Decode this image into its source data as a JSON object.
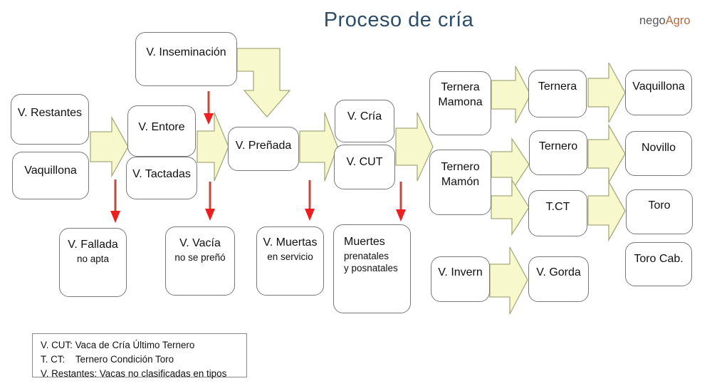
{
  "title": "Proceso de cría",
  "logo": {
    "prefix": "nego",
    "suffix": "Agro"
  },
  "colors": {
    "arrow_fill": "#f8f8cd",
    "arrow_stroke": "#a6ab7b",
    "red_shaft": "#c14a3e",
    "red_head": "#ee1e1e",
    "title": "#2e4d68",
    "logo_prefix": "#575757",
    "logo_suffix": "#b46a41",
    "box_border": "#787878"
  },
  "nodes": {
    "inseminacion": {
      "label": "V. Inseminación"
    },
    "restantes": {
      "label": "V. Restantes"
    },
    "vaquillona_left": {
      "label": "Vaquillona"
    },
    "entore": {
      "label": "V. Entore"
    },
    "tactadas": {
      "label": "V. Tactadas"
    },
    "prenada": {
      "label": "V. Preñada"
    },
    "cria": {
      "label": "V. Cría"
    },
    "cut": {
      "label": "V. CUT"
    },
    "ternera_mamona": {
      "label": "Ternera\nMamona"
    },
    "ternero_mamon": {
      "label": "Ternero\nMamón"
    },
    "ternera": {
      "label": "Ternera"
    },
    "ternero": {
      "label": "Ternero"
    },
    "tct": {
      "label": "T.CT"
    },
    "vaquillona_right": {
      "label": "Vaquillona"
    },
    "novillo": {
      "label": "Novillo"
    },
    "toro": {
      "label": "Toro"
    },
    "toro_cab": {
      "label": "Toro Cab."
    },
    "invern": {
      "label": "V. Invern"
    },
    "gorda": {
      "label": "V. Gorda"
    },
    "fallada": {
      "label": "V. Fallada",
      "sublabel": "no apta"
    },
    "vacia": {
      "label": "V. Vacía",
      "sublabel": "no se preñó"
    },
    "muertas": {
      "label": "V. Muertas",
      "sublabel": "en servicio"
    },
    "muertes": {
      "label": "Muertes",
      "sublabel": "prenatales\ny posnatales"
    }
  },
  "legend": {
    "lines": [
      "V. CUT: Vaca de Cría Último Ternero",
      "T. CT:    Ternero Condición Toro",
      "V. Restantes: Vacas no clasificadas en tipos"
    ]
  }
}
